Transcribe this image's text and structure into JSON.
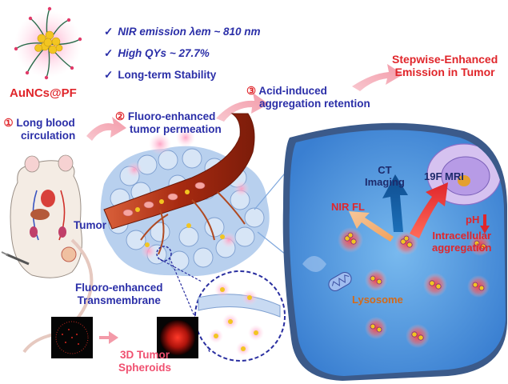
{
  "features": [
    {
      "check": "✓",
      "text": "NIR emission λem ~ 810 nm"
    },
    {
      "check": "✓",
      "text": "High QYs ~ 27.7%"
    },
    {
      "check": "✓",
      "text": "Long-term Stability"
    }
  ],
  "probe_label": "AuNCs@PF",
  "steps": [
    {
      "num": "①",
      "line1": "Long blood",
      "line2": "circulation"
    },
    {
      "num": "②",
      "line1": "Fluoro-enhanced",
      "line2": "tumor permeation"
    },
    {
      "num": "③",
      "line1": "Acid-induced",
      "line2": "aggregation retention"
    }
  ],
  "outcome": {
    "line1": "Stepwise-Enhanced",
    "line2": "Emission in Tumor"
  },
  "tumor_label": "Tumor",
  "transmembrane": {
    "line1": "Fluoro-enhanced",
    "line2": "Transmembrane"
  },
  "spheroids": {
    "line1": "3D Tumor",
    "line2": "Spheroids"
  },
  "cell": {
    "ct": {
      "line1": "CT",
      "line2": "Imaging"
    },
    "mri": "19F MRI",
    "nir_fl": "NIR FL",
    "ph": "pH",
    "aggregation": {
      "line1": "Intracellular",
      "line2": "aggregation"
    },
    "lysosome": "Lysosome"
  },
  "colors": {
    "blue_text": "#2b2fa8",
    "red_text": "#e0262b",
    "cell_blue": "#3a7fd1",
    "vessel": "#b83a1a"
  }
}
